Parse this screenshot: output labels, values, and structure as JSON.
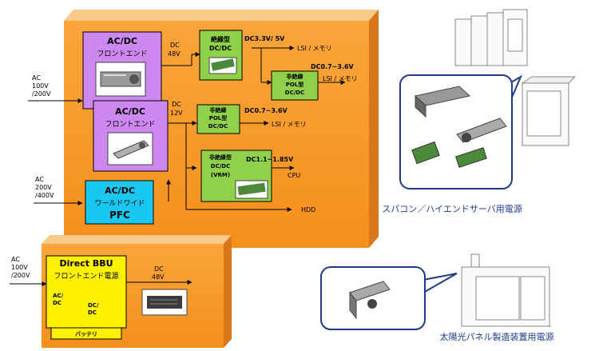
{
  "inputs": {
    "ac1": [
      "AC",
      "100V",
      "/200V"
    ],
    "ac2": [
      "AC",
      "200V",
      "/400V"
    ],
    "ac3": [
      "AC",
      "100V",
      "/200V"
    ]
  },
  "blocks": {
    "acdc1": {
      "title": "AC/DC",
      "subtitle": "フロントエンド"
    },
    "acdc2": {
      "title": "AC/DC",
      "subtitle": "フロントエンド"
    },
    "pfc": {
      "title": "AC/DC",
      "subtitle": "ワールドワイド",
      "tag": "PFC"
    },
    "iso": [
      "絶縁型",
      "DC/DC"
    ],
    "pol1": [
      "非絶縁",
      "POL型",
      "DC/DC"
    ],
    "pol2": [
      "非絶縁",
      "POL型",
      "DC/DC"
    ],
    "vrm": [
      "非絶縁型",
      "DC/DC",
      "(VRM)"
    ]
  },
  "buses": {
    "dc48": [
      "DC",
      "48V"
    ],
    "dc12": [
      "DC",
      "12V"
    ]
  },
  "outputs": {
    "v1": "DC3.3V/ 5V",
    "lsi1": "LSI / メモリ",
    "v2": "DC0.7~3.6V",
    "lsi2": "LSI / メモリ",
    "v3": "DC0.7~3.6V",
    "lsi3": "LSI / メモリ",
    "v4": "DC1.1~1.85V",
    "cpu": "CPU",
    "hdd": "HDD"
  },
  "bbu": {
    "title": "Direct BBU",
    "subtitle": "フロントエンド電源",
    "acdc": [
      "AC/",
      "DC"
    ],
    "dcdc": [
      "DC/",
      "DC"
    ],
    "battery": "バッテリ",
    "out": [
      "DC",
      "48V"
    ]
  },
  "captions": {
    "super": "スパコン／ハイエンドサーバ用電源",
    "solar": "太陽光パネル製造装置用電源"
  },
  "colors": {
    "orange_panel": "#F79A2A",
    "purple_block": "#CC88EE",
    "cyan_block": "#19C8F0",
    "green_block": "#8FD24A",
    "yellow_block": "#FFF200",
    "caption_blue": "#1F3C8C"
  }
}
